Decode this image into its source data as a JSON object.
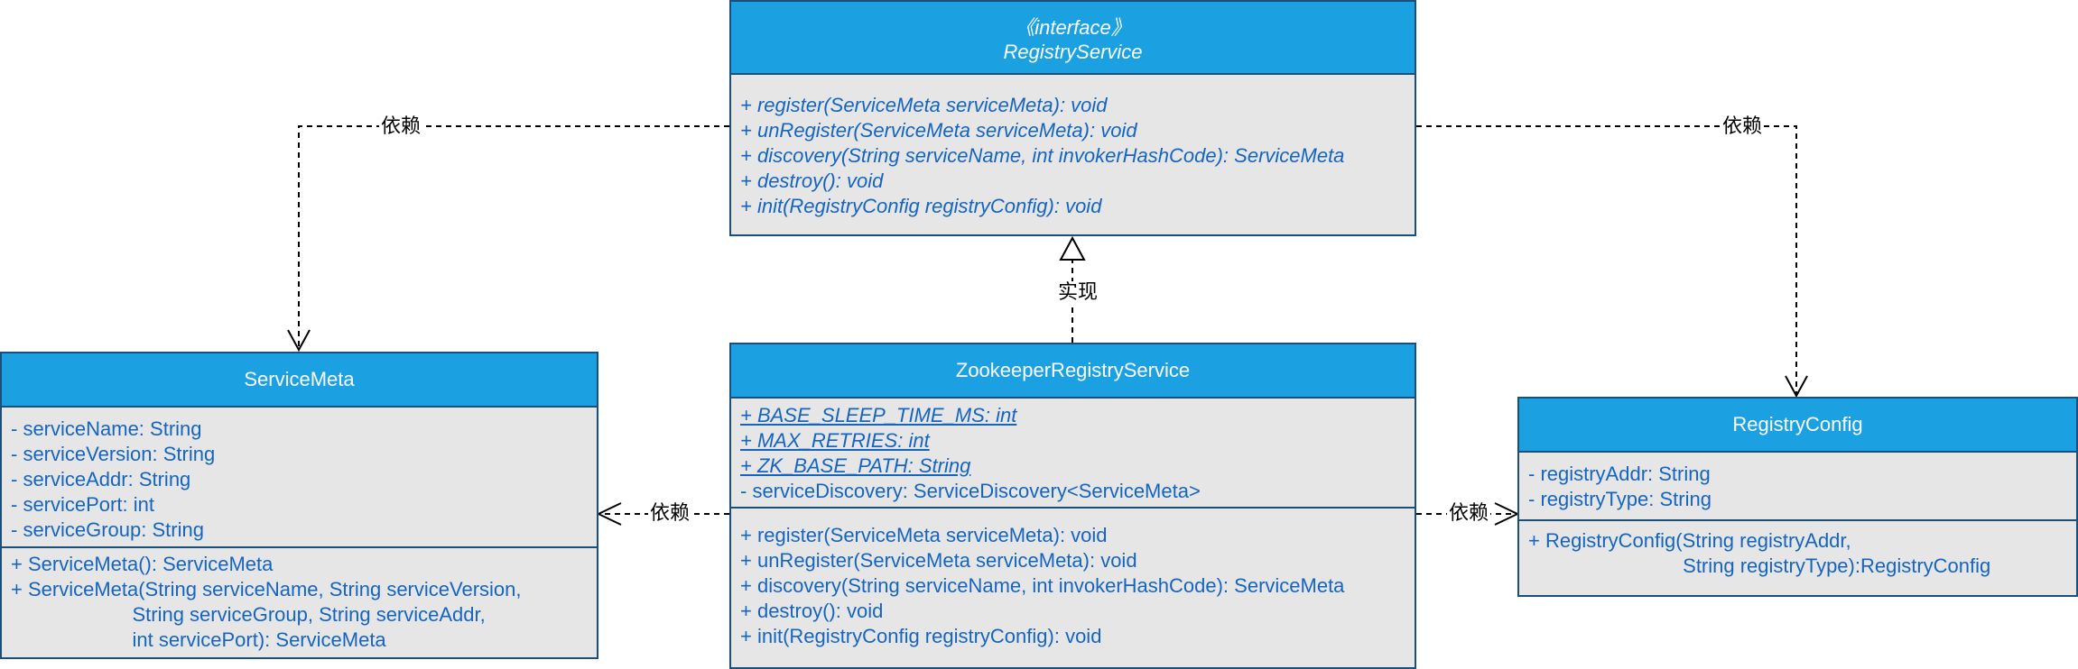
{
  "colors": {
    "header": "#1ba1e2",
    "text": "#1565c0",
    "body": "#e6e6e6",
    "border": "#1a4f7a"
  },
  "registry_service": {
    "stereotype": "《interface》",
    "name": "RegistryService",
    "methods": [
      "+ register(ServiceMeta serviceMeta): void",
      "+ unRegister(ServiceMeta serviceMeta): void",
      "+ discovery(String serviceName, int invokerHashCode): ServiceMeta",
      "+ destroy(): void",
      "+ init(RegistryConfig registryConfig): void"
    ]
  },
  "zookeeper_registry_service": {
    "name": "ZookeeperRegistryService",
    "static_fields": [
      "+ BASE_SLEEP_TIME_MS: int",
      "+ MAX_RETRIES: int",
      "+ ZK_BASE_PATH: String"
    ],
    "fields": [
      "- serviceDiscovery: ServiceDiscovery<ServiceMeta>"
    ],
    "methods": [
      "+ register(ServiceMeta serviceMeta): void",
      "+ unRegister(ServiceMeta serviceMeta): void",
      "+ discovery(String serviceName, int invokerHashCode): ServiceMeta",
      "+ destroy(): void",
      "+ init(RegistryConfig registryConfig): void"
    ]
  },
  "service_meta": {
    "name": "ServiceMeta",
    "fields": [
      "- serviceName: String",
      "- serviceVersion: String",
      "- serviceAddr: String",
      "- servicePort: int",
      "- serviceGroup: String"
    ],
    "methods": [
      "+ ServiceMeta(): ServiceMeta",
      "+ ServiceMeta(String serviceName, String serviceVersion,",
      "                      String serviceGroup, String serviceAddr,",
      "                      int servicePort): ServiceMeta"
    ]
  },
  "registry_config": {
    "name": "RegistryConfig",
    "fields": [
      "- registryAddr: String",
      "- registryType: String"
    ],
    "methods": [
      "+ RegistryConfig(String registryAddr,",
      "                            String registryType):RegistryConfig"
    ]
  },
  "edge_labels": {
    "depends": "依赖",
    "implements": "实现"
  }
}
